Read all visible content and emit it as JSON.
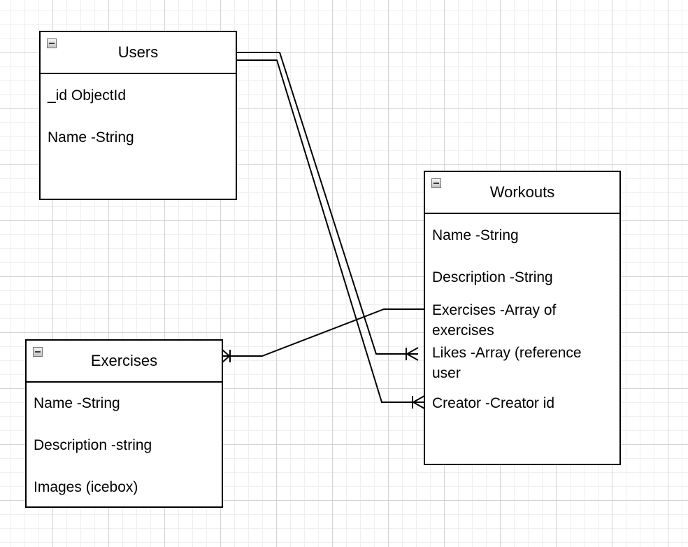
{
  "entities": {
    "users": {
      "title": "Users",
      "fields": [
        "_id ObjectId",
        "Name -String"
      ]
    },
    "workouts": {
      "title": "Workouts",
      "fields": [
        "Name -String",
        "Description -String",
        "Exercises -Array of",
        "exercises",
        "Likes -Array (reference",
        "user",
        "Creator -Creator id"
      ]
    },
    "exercises": {
      "title": "Exercises",
      "fields": [
        "Name -String",
        "Description -string",
        "Images (icebox)"
      ]
    }
  },
  "relationships": [
    {
      "from": "Workouts.Exercises",
      "to": "Exercises",
      "to_cardinality": "one-or-many"
    },
    {
      "from": "Users",
      "to": "Workouts.Likes",
      "to_cardinality": "one-or-many"
    },
    {
      "from": "Users",
      "to": "Workouts.Creator",
      "to_cardinality": "one-or-many"
    }
  ],
  "icons": {
    "collapse": "collapse-minus-icon"
  }
}
